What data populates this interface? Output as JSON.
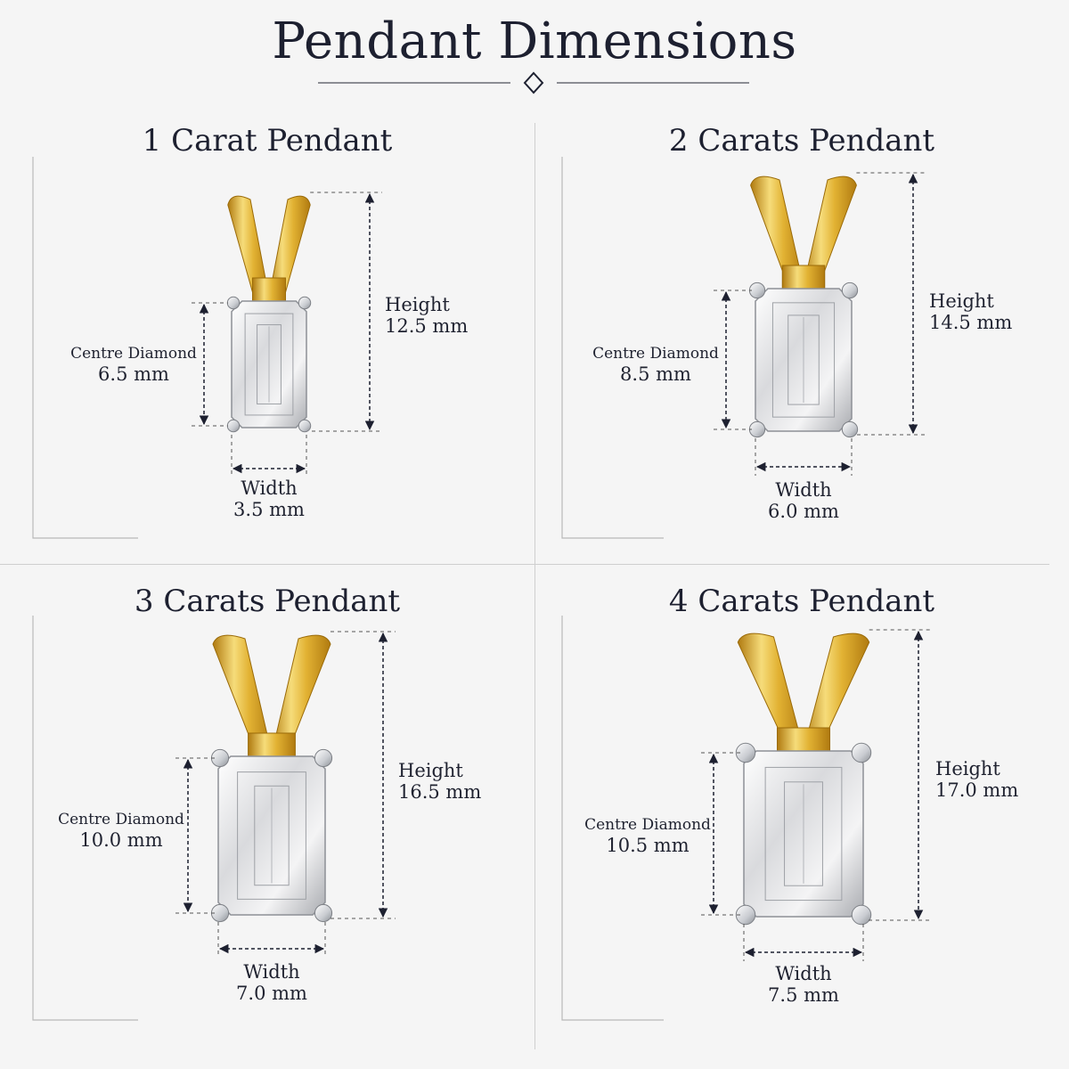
{
  "header": {
    "title": "Pendant Dimensions"
  },
  "colors": {
    "gold_light": "#f6dc7a",
    "gold_mid": "#e2b233",
    "gold_dark": "#b07a10",
    "platinum": "#c9ccd1",
    "ink": "#1d2030"
  },
  "panels": [
    {
      "title": "1 Carat Pendant",
      "height": {
        "label": "Height",
        "value": "12.5 mm"
      },
      "centre": {
        "label": "Centre Diamond",
        "value": "6.5 mm"
      },
      "width": {
        "label": "Width",
        "value": "3.5 mm"
      }
    },
    {
      "title": "2 Carats Pendant",
      "height": {
        "label": "Height",
        "value": "14.5 mm"
      },
      "centre": {
        "label": "Centre Diamond",
        "value": "8.5 mm"
      },
      "width": {
        "label": "Width",
        "value": "6.0 mm"
      }
    },
    {
      "title": "3 Carats Pendant",
      "height": {
        "label": "Height",
        "value": "16.5 mm"
      },
      "centre": {
        "label": "Centre Diamond",
        "value": "10.0 mm"
      },
      "width": {
        "label": "Width",
        "value": "7.0 mm"
      }
    },
    {
      "title": "4 Carats Pendant",
      "height": {
        "label": "Height",
        "value": "17.0 mm"
      },
      "centre": {
        "label": "Centre Diamond",
        "value": "10.5 mm"
      },
      "width": {
        "label": "Width",
        "value": "7.5 mm"
      }
    }
  ]
}
